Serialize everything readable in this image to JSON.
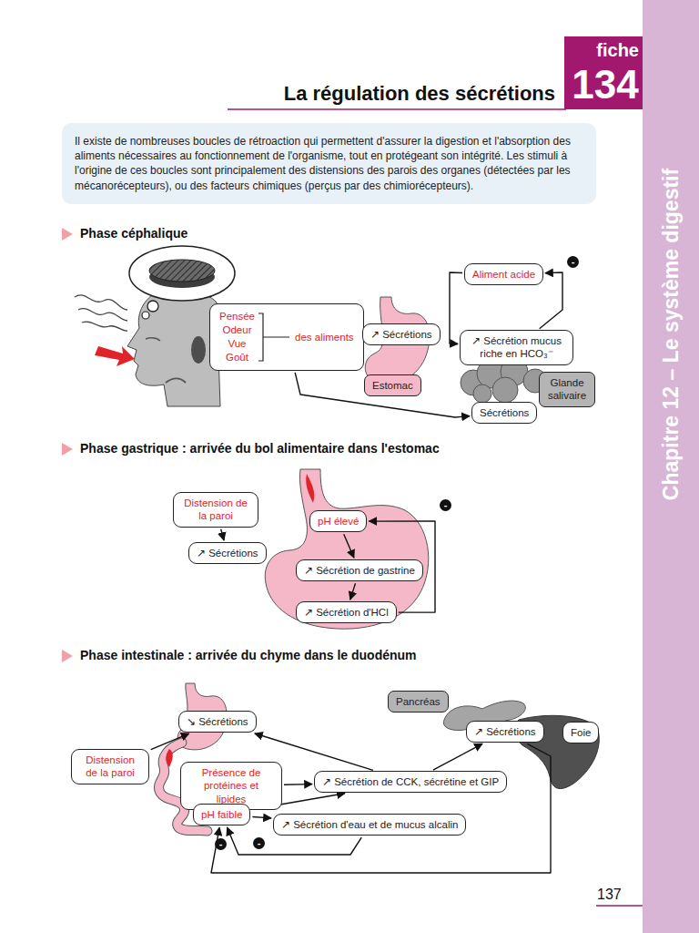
{
  "diagram": {
    "title": "La régulation des sécrétions",
    "nodes": [
      {
        "text": [
          "Il existe de nombreuses boucles de rétroaction qui permettent d'assurer la digestion et l'absorption des aliments nécessaires au fonctionnement de l'organisme, tout en protégeant son intégrité. Les stimuli à l'origine de ces boucles sont principalement des distensions des parois des organes (détectées par les mécanorécepteurs), ou des facteurs chimiques (perçus par des chimiorécepteurs)."
        ]
      },
      {
        "text": [
          "Pensée Odeur Vue Goût",
          "des aliments"
        ]
      },
      {
        "text": [
          "↗ Sécrétions"
        ]
      },
      {
        "text": [
          "Estomac"
        ]
      },
      {
        "text": [
          "Aliment acide"
        ]
      },
      {
        "text": [
          "↗ Sécrétion mucus riche en HCO₃⁻"
        ]
      },
      {
        "text": [
          "Glande salivaire"
        ]
      },
      {
        "text": [
          "Sécrétions"
        ]
      },
      {
        "text": [
          "Distension de la paroi"
        ]
      },
      {
        "text": [
          "↗ Sécrétions"
        ]
      },
      {
        "text": [
          "pH élevé"
        ]
      },
      {
        "text": [
          "↗ Sécrétion de gastrine"
        ]
      },
      {
        "text": [
          "↗ Sécrétion d'HCl"
        ]
      },
      {
        "text": [
          "↘ Sécrétions"
        ]
      },
      {
        "text": [
          "Pancréas"
        ]
      },
      {
        "text": [
          "↗ Sécrétions"
        ]
      },
      {
        "text": [
          "Foie"
        ]
      },
      {
        "text": [
          "Distension de la paroi"
        ]
      },
      {
        "text": [
          "Présence de protéines et lipides"
        ]
      },
      {
        "text": [
          "↗ Sécrétion de CCK, sécrétine et GIP"
        ]
      },
      {
        "text": [
          "pH faible"
        ]
      },
      {
        "text": [
          "↗ Sécrétion d'eau et de mucus alcalin"
        ]
      }
    ],
    "edges": [
      {
        "from": 1,
        "to": 2,
        "arrow": "to"
      },
      {
        "from": 1,
        "to": 7,
        "arrow": "to"
      },
      {
        "from": 4,
        "to": 5,
        "arrow": "to"
      },
      {
        "from": 5,
        "to": 4,
        "arrow": "to",
        "label": "-"
      },
      {
        "from": 8,
        "to": 9,
        "arrow": "to"
      },
      {
        "from": 10,
        "to": 11,
        "arrow": "to"
      },
      {
        "from": 11,
        "to": 12,
        "arrow": "to"
      },
      {
        "from": 12,
        "to": 10,
        "arrow": "to",
        "label": "-"
      },
      {
        "from": 17,
        "to": 13,
        "arrow": "to"
      },
      {
        "from": 19,
        "to": 13,
        "arrow": "to"
      },
      {
        "from": 18,
        "to": 19,
        "arrow": "to"
      },
      {
        "from": 19,
        "to": 15,
        "arrow": "to"
      },
      {
        "from": 20,
        "to": 19,
        "arrow": "to"
      },
      {
        "from": 20,
        "to": 21,
        "arrow": "to"
      },
      {
        "from": 21,
        "to": 20,
        "arrow": "to",
        "label": "-"
      },
      {
        "from": 15,
        "to": 20,
        "arrow": "to",
        "label": "-"
      }
    ],
    "labels": [
      "fiche",
      "134",
      "Chapitre 12 – Le système digestif",
      "Phase céphalique",
      "Phase gastrique : arrivée du bol alimentaire dans l'estomac",
      "Phase intestinale : arrivée du chyme dans le duodénum",
      "137"
    ]
  }
}
